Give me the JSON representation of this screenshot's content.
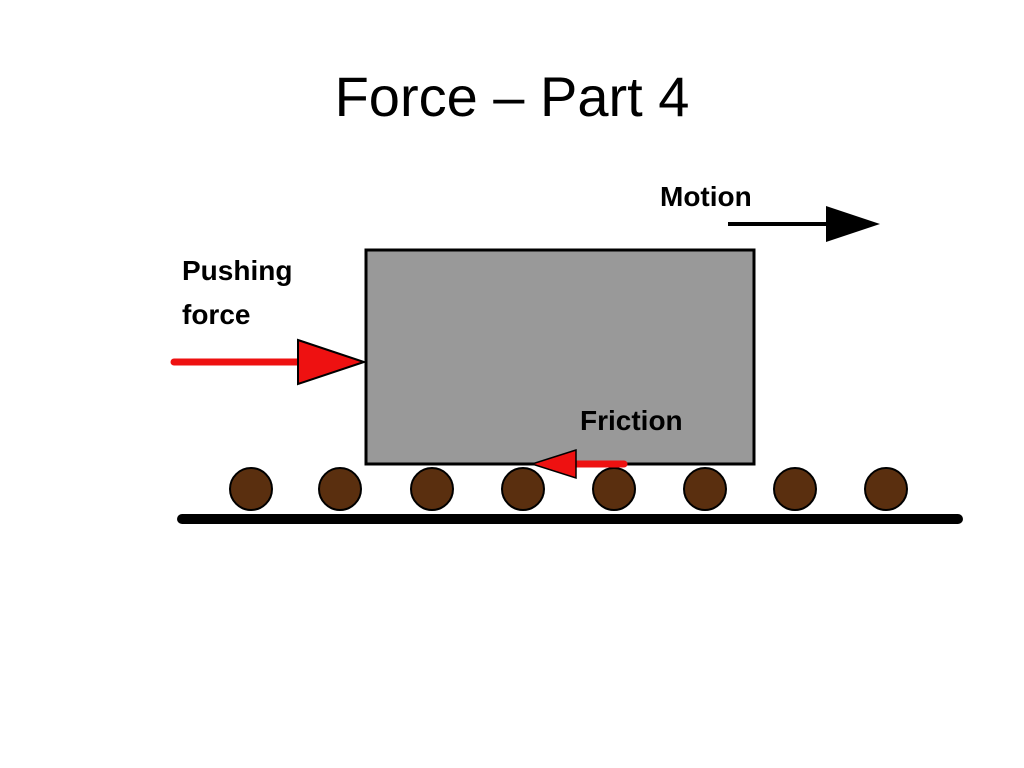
{
  "title": "Force – Part 4",
  "labels": {
    "motion": "Motion",
    "pushing_line1": "Pushing",
    "pushing_line2": "force",
    "friction": "Friction"
  },
  "colors": {
    "block": "#999999",
    "force_arrow": "#ee1111",
    "roller": "#5a2f0f",
    "ground": "#000000",
    "motion_arrow": "#000000"
  }
}
